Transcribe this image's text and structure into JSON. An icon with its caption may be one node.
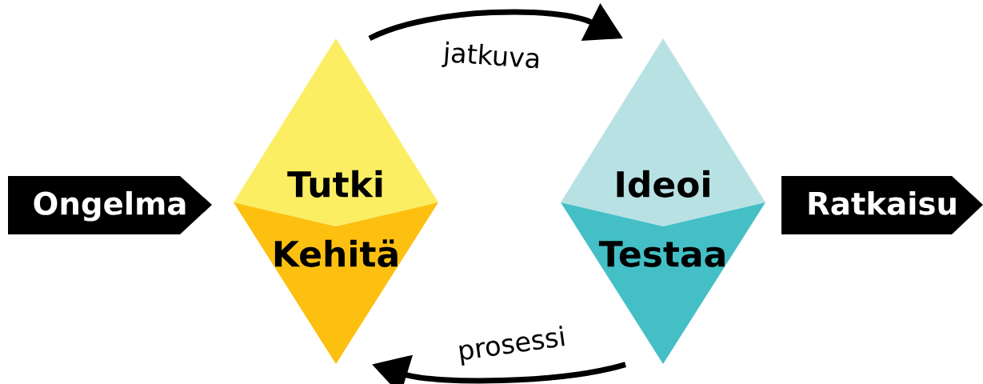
{
  "diagram": {
    "nodes": [
      {
        "text": [
          "Ongelma"
        ]
      },
      {
        "text": [
          "Tutki"
        ]
      },
      {
        "text": [
          "Kehitä"
        ]
      },
      {
        "text": [
          "Ideoi"
        ]
      },
      {
        "text": [
          "Testaa"
        ]
      },
      {
        "text": [
          "Ratkaisu"
        ]
      }
    ],
    "edges": [
      {
        "from": 1,
        "to": 3,
        "arrow": "to",
        "label": "jatkuva"
      },
      {
        "from": 4,
        "to": 2,
        "arrow": "to",
        "label": "prosessi"
      }
    ]
  }
}
